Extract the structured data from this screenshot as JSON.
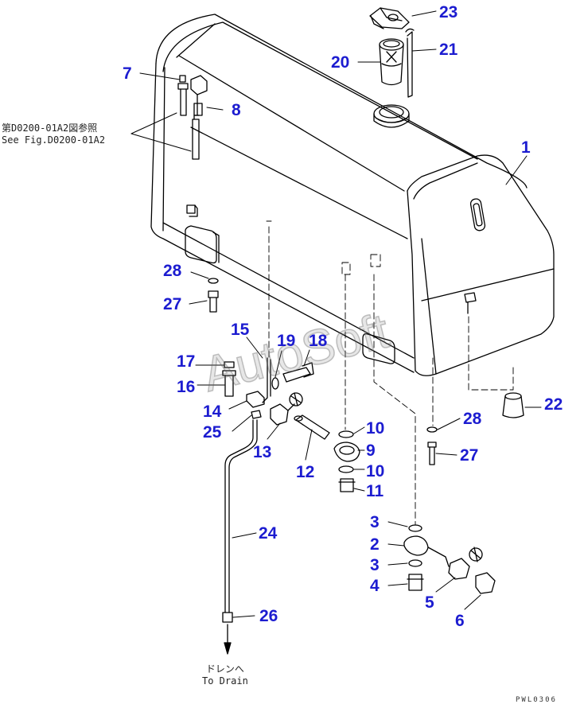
{
  "callouts": {
    "c1": "1",
    "c2": "2",
    "c3a": "3",
    "c3b": "3",
    "c4": "4",
    "c5": "5",
    "c6": "6",
    "c7": "7",
    "c8": "8",
    "c9": "9",
    "c10a": "10",
    "c10b": "10",
    "c11": "11",
    "c12": "12",
    "c13": "13",
    "c14": "14",
    "c15": "15",
    "c16": "16",
    "c17": "17",
    "c18": "18",
    "c19": "19",
    "c20": "20",
    "c21": "21",
    "c22": "22",
    "c23": "23",
    "c24": "24",
    "c25": "25",
    "c26": "26",
    "c27a": "27",
    "c27b": "27",
    "c28a": "28",
    "c28b": "28"
  },
  "see_figure": {
    "line1": "第D0200-01A2図参照",
    "line2": "See Fig.D0200-01A2"
  },
  "drain": {
    "line1": "ドレンへ",
    "line2": "To Drain"
  },
  "figure_code": "PWL0306",
  "watermark": "AutoSoft",
  "colors": {
    "callout": "#1c1cd0",
    "line": "#000000"
  }
}
